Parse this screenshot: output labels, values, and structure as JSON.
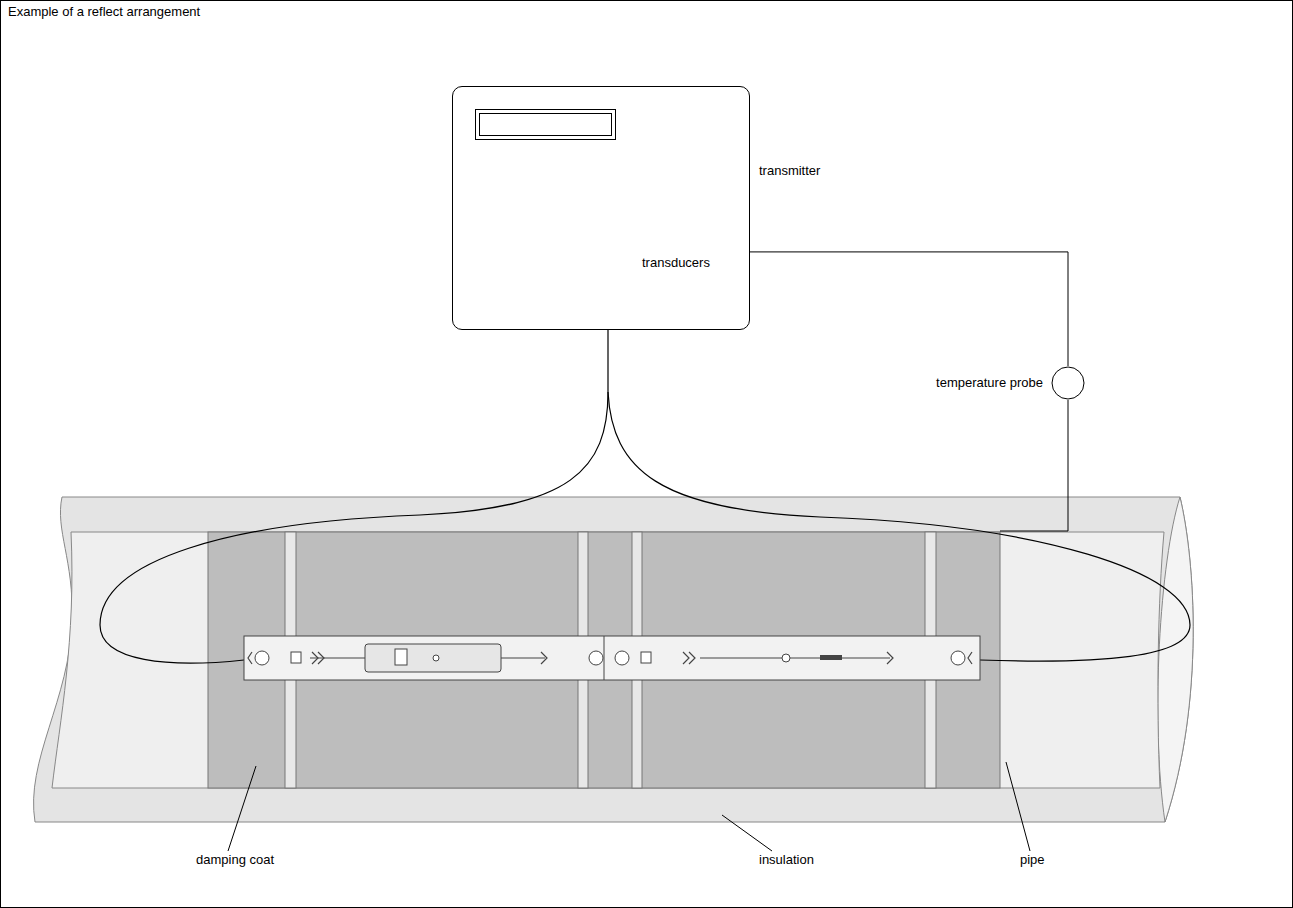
{
  "diagram": {
    "title": "Example of a reflect arrangement",
    "nodes": [
      {
        "text": [
          "transmitter"
        ]
      },
      {
        "text": [
          "temperature probe"
        ]
      }
    ],
    "edges": [
      {
        "from": 0,
        "to": 1,
        "arrow": "none"
      }
    ],
    "labels": [
      "transducers",
      "damping coat",
      "insulation",
      "pipe"
    ]
  }
}
